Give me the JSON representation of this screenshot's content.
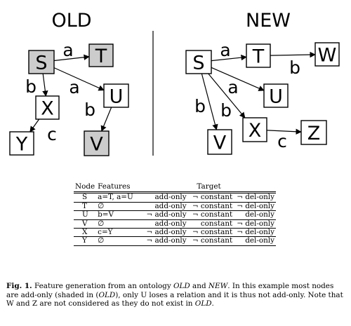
{
  "diagram": {
    "old_title": "OLD",
    "new_title": "NEW",
    "old_nodes": [
      {
        "id": "S",
        "label": "S",
        "shaded": true
      },
      {
        "id": "T",
        "label": "T",
        "shaded": true
      },
      {
        "id": "X",
        "label": "X",
        "shaded": false
      },
      {
        "id": "U",
        "label": "U",
        "shaded": false
      },
      {
        "id": "Y",
        "label": "Y",
        "shaded": false
      },
      {
        "id": "V",
        "label": "V",
        "shaded": true
      }
    ],
    "old_edges": [
      {
        "from": "S",
        "to": "T",
        "label": "a"
      },
      {
        "from": "S",
        "to": "X",
        "label": "b"
      },
      {
        "from": "S",
        "to": "U",
        "label": "a"
      },
      {
        "from": "U",
        "to": "V",
        "label": "b"
      },
      {
        "from": "X",
        "to": "Y",
        "label": "c"
      }
    ],
    "new_nodes": [
      {
        "id": "S",
        "label": "S",
        "shaded": false
      },
      {
        "id": "T",
        "label": "T",
        "shaded": false
      },
      {
        "id": "W",
        "label": "W",
        "shaded": false
      },
      {
        "id": "U",
        "label": "U",
        "shaded": false
      },
      {
        "id": "V",
        "label": "V",
        "shaded": false
      },
      {
        "id": "X",
        "label": "X",
        "shaded": false
      },
      {
        "id": "Z",
        "label": "Z",
        "shaded": false
      }
    ],
    "new_edges": [
      {
        "from": "S",
        "to": "T",
        "label": "a"
      },
      {
        "from": "T",
        "to": "W",
        "label": "b"
      },
      {
        "from": "S",
        "to": "U",
        "label": "a"
      },
      {
        "from": "S",
        "to": "V",
        "label": "b"
      },
      {
        "from": "S",
        "to": "X",
        "label": "b"
      },
      {
        "from": "X",
        "to": "Z",
        "label": "c"
      }
    ],
    "colors": {
      "shaded_fill": "#cccccc",
      "stroke": "#000000"
    }
  },
  "table": {
    "headers": {
      "node": "Node",
      "features": "Features",
      "target": "Target"
    },
    "rows": [
      {
        "node": "S",
        "features": "a=T, a=U",
        "t1": "add-only",
        "t2": "¬ constant",
        "t3": "¬ del-only"
      },
      {
        "node": "T",
        "features": "∅",
        "t1": "add-only",
        "t2": "¬ constant",
        "t3": "¬ del-only"
      },
      {
        "node": "U",
        "features": "b=V",
        "t1": "¬ add-only",
        "t2": "¬ constant",
        "t3": "del-only"
      },
      {
        "node": "V",
        "features": "∅",
        "t1": "add-only",
        "t2": "constant",
        "t3": "¬ del-only"
      },
      {
        "node": "X",
        "features": "c=Y",
        "t1": "¬ add-only",
        "t2": "¬ constant",
        "t3": "¬ del-only"
      },
      {
        "node": "Y",
        "features": "∅",
        "t1": "¬ add-only",
        "t2": "¬ constant",
        "t3": "del-only"
      }
    ]
  },
  "caption": {
    "label": "Fig. 1.",
    "s1": " Feature generation from an ontology ",
    "old": "OLD",
    "s2": " and ",
    "new": "NEW",
    "s3": ". In this example most nodes are add-only (shaded in (",
    "old2": "OLD",
    "s4": "), only U loses a relation and it is thus not add-only. Note that W and Z are not considered as they do not exist in ",
    "old3": "OLD",
    "s5": "."
  }
}
